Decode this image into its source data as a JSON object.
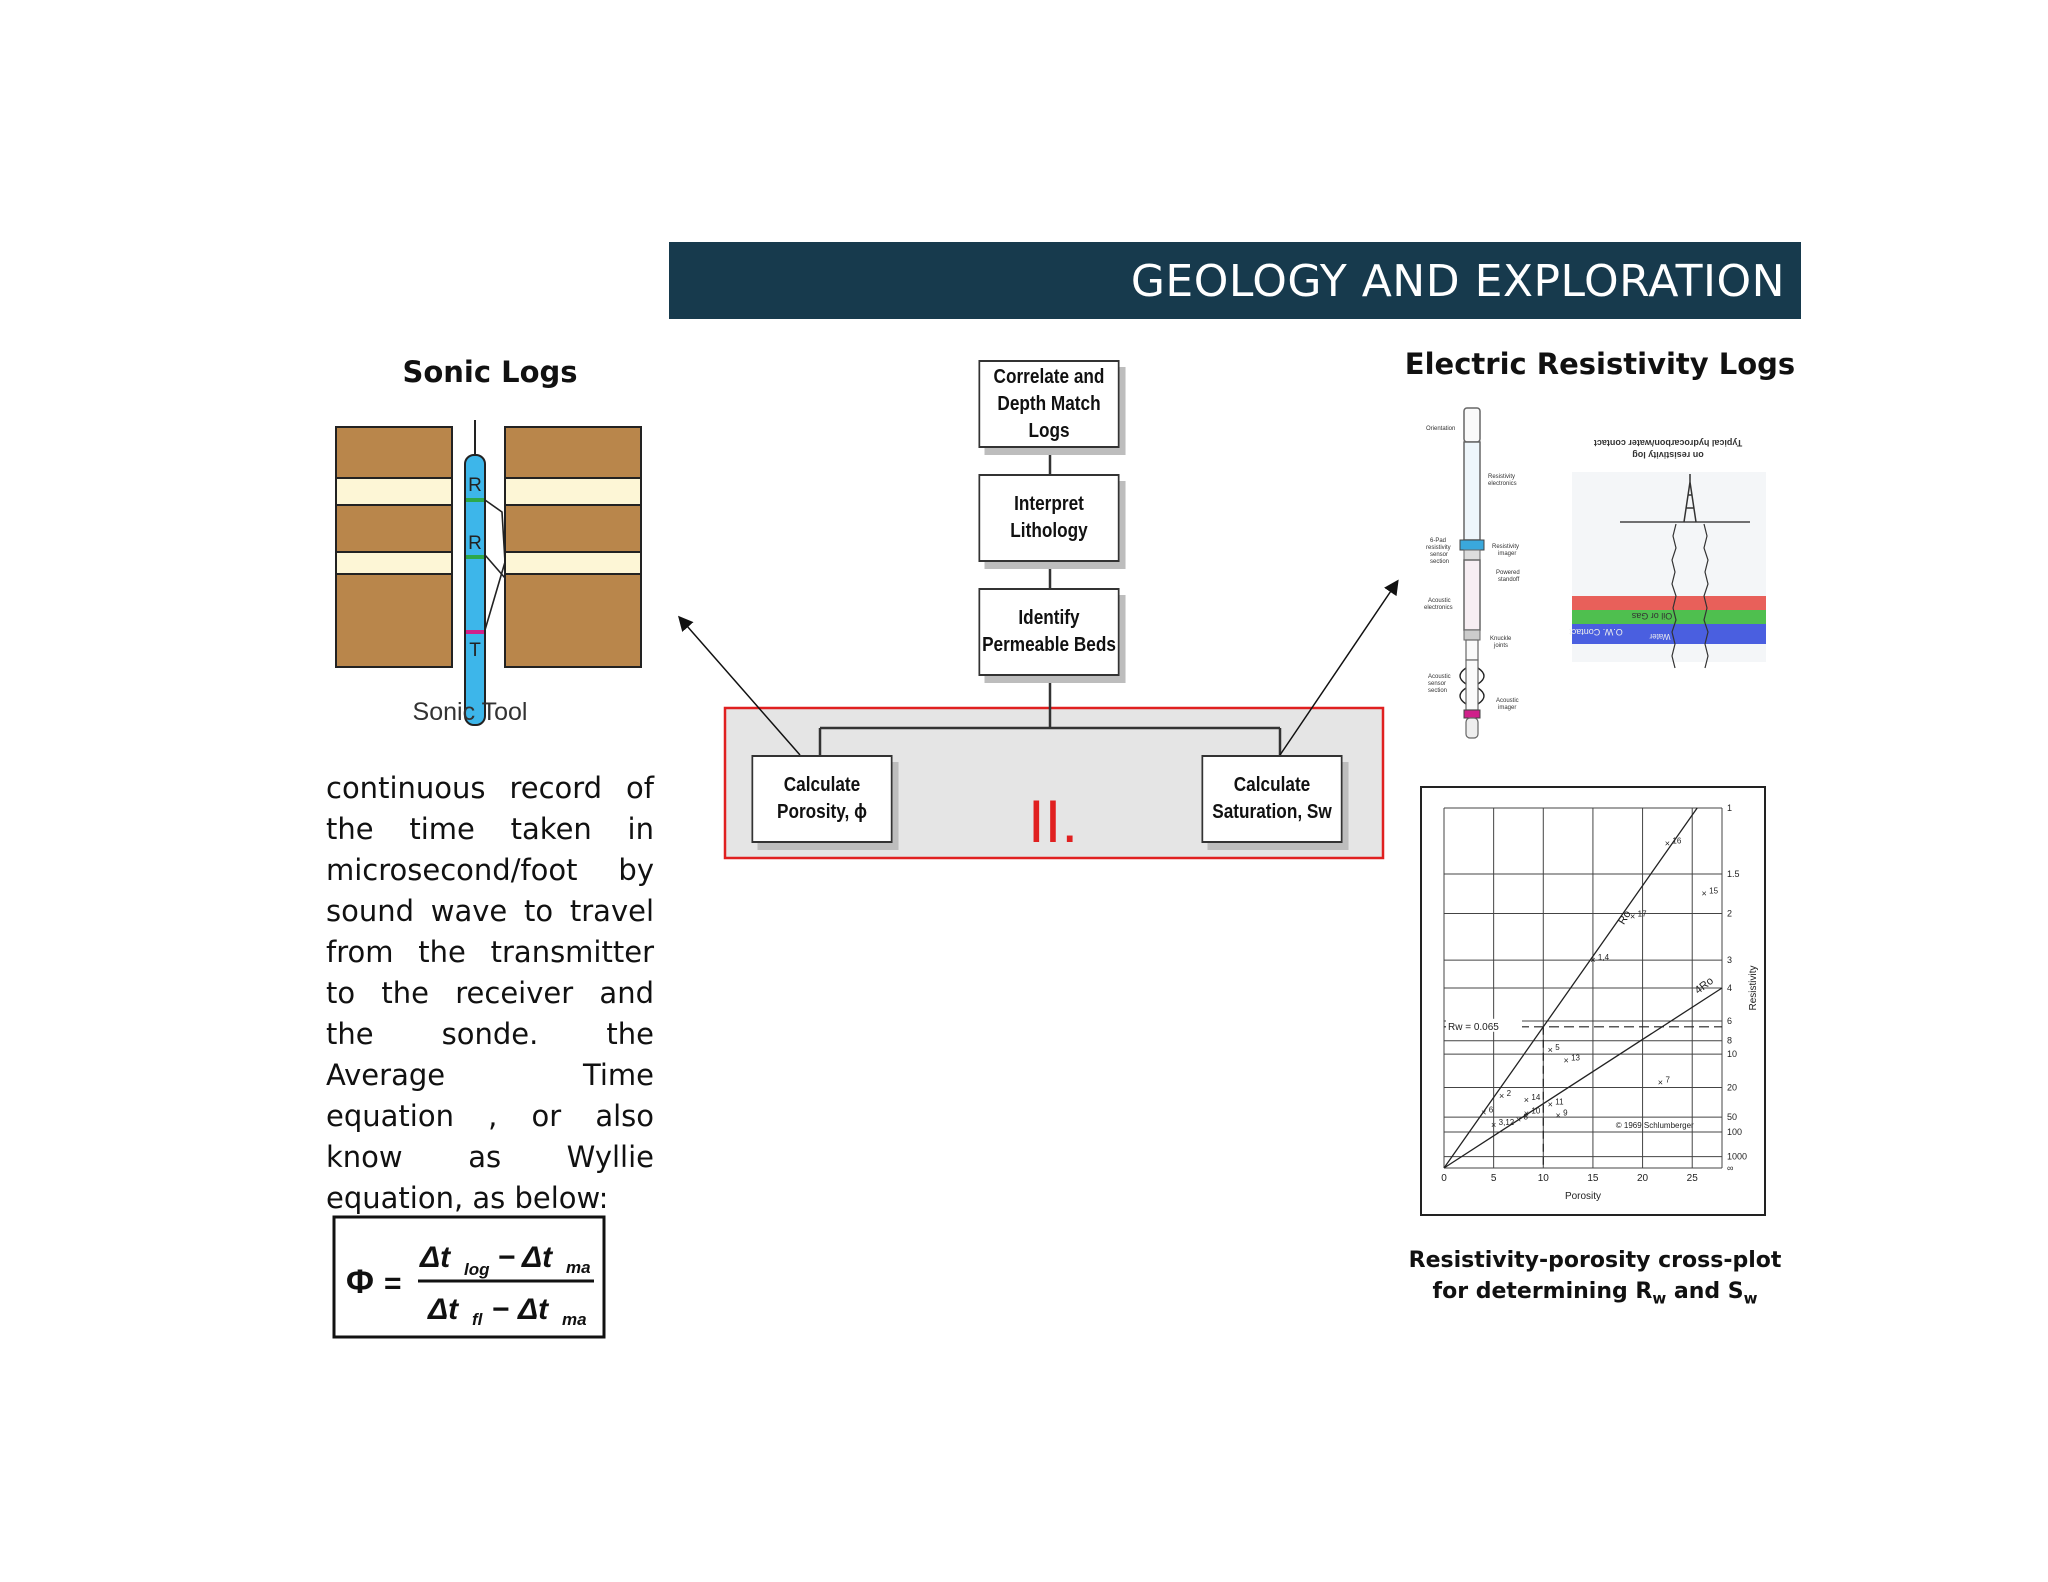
{
  "header": {
    "title": "GEOLOGY AND EXPLORATION",
    "background": "#173a4d"
  },
  "sonic": {
    "title": "Sonic Logs",
    "tool_label": "Sonic Tool",
    "receiver_1": "R",
    "receiver_2": "R",
    "transmitter": "T",
    "description": "continuous record of the time taken in microsecond/foot by sound wave to travel from the transmitter to the receiver and the sonde. the Average Time equation , or also know as Wyllie equation, as below:",
    "rock_color": "#b9864b",
    "bed_color": "#fdf6d6",
    "tool_color": "#3db6ea"
  },
  "equation": {
    "lhs": "Φ",
    "equals": "=",
    "num_dt1": "Δt",
    "num_sub1": "log",
    "num_minus": "−",
    "num_dt2": "Δt",
    "num_sub2": "ma",
    "den_dt1": "Δt",
    "den_sub1": "fl",
    "den_minus": "−",
    "den_dt2": "Δt",
    "den_sub2": "ma"
  },
  "flowchart": {
    "correlate_l1": "Correlate and",
    "correlate_l2": "Depth Match Logs",
    "interpret_l1": "Interpret",
    "interpret_l2": "Lithology",
    "identify_l1": "Identify",
    "identify_l2": "Permeable Beds",
    "porosity_l1": "Calculate",
    "porosity_l2": "Porosity, ϕ",
    "saturation_l1": "Calculate",
    "saturation_l2": "Saturation, Sw",
    "step_label": "II.",
    "highlight_color": "#e02020"
  },
  "resistivity": {
    "title": "Electric Resistivity Logs",
    "tool": {
      "orientation": "Orientation",
      "res_electronics_1": "Resistivity",
      "res_electronics_2": "electronics",
      "pad_1": "6-Pad",
      "pad_2": "resistivity",
      "pad_3": "sensor",
      "pad_4": "section",
      "imager_1": "Resistivity",
      "imager_2": "imager",
      "standoff_1": "Powered",
      "standoff_2": "standoff",
      "acoustic_el_1": "Acoustic",
      "acoustic_el_2": "electronics",
      "knuckle_1": "Knuckle",
      "knuckle_2": "joints",
      "acoustic_sensor_1": "Acoustic",
      "acoustic_sensor_2": "sensor",
      "acoustic_sensor_3": "section",
      "acoustic_imager_1": "Acoustic",
      "acoustic_imager_2": "imager"
    },
    "log": {
      "caption_l1": "Typical hydrocarbon/water contact",
      "caption_l2": "on resistivity log",
      "oil_gas": "Oil or Gas",
      "ow_contact": "O.W. Contact",
      "water": "Water",
      "oil_color": "#e8605a",
      "gas_color": "#4fbf4f",
      "water_color": "#4a5fe0"
    }
  },
  "chart_data": {
    "type": "scatter",
    "xlabel": "Porosity",
    "ylabel": "Resistivity",
    "x_ticks": [
      "0",
      "5",
      "10",
      "15",
      "20",
      "25"
    ],
    "y_ticks": [
      "1",
      "1.5",
      "2",
      "3",
      "4",
      "6",
      "8",
      "10",
      "20",
      "50",
      "100",
      "1000",
      "∞"
    ],
    "xlim": [
      0,
      28
    ],
    "y_scale": "1/sqrt(R)",
    "grid": true,
    "rw_label": "Rw = 0.065",
    "line_ro": "Ro",
    "line_4ro": "4Ro",
    "copyright": "© 1969 Schlumberger",
    "series": [
      {
        "points": [
          {
            "label": "16",
            "x": 22.5,
            "y": 1.23
          },
          {
            "label": "15",
            "x": 26.2,
            "y": 1.72
          },
          {
            "label": "17",
            "x": 19.0,
            "y": 2.05
          },
          {
            "label": "1,4",
            "x": 15.0,
            "y": 3.0
          },
          {
            "label": "5",
            "x": 10.7,
            "y": 9.3
          },
          {
            "label": "13",
            "x": 12.3,
            "y": 11.2
          },
          {
            "label": "7",
            "x": 21.8,
            "y": 17.8
          },
          {
            "label": "2",
            "x": 5.8,
            "y": 25.0
          },
          {
            "label": "14",
            "x": 8.3,
            "y": 28.0
          },
          {
            "label": "11",
            "x": 10.7,
            "y": 32.0
          },
          {
            "label": "6",
            "x": 4.0,
            "y": 42.0
          },
          {
            "label": "10",
            "x": 8.3,
            "y": 44.0
          },
          {
            "label": "9",
            "x": 11.5,
            "y": 47.0
          },
          {
            "label": "8",
            "x": 7.5,
            "y": 55.0
          },
          {
            "label": "3,12",
            "x": 5.0,
            "y": 70.0
          }
        ]
      }
    ],
    "lines": [
      {
        "name": "Ro",
        "from": [
          0,
          "∞"
        ],
        "to": [
          25.5,
          1
        ]
      },
      {
        "name": "4Ro",
        "from": [
          0,
          "∞"
        ],
        "to": [
          28,
          4
        ]
      }
    ],
    "rw_line": {
      "y": 6.5,
      "x_intersect": 10
    }
  },
  "crossplot": {
    "caption_l1": "Resistivity-porosity cross-plot",
    "caption_l2_pre": "for determining R",
    "caption_sub1": "w",
    "caption_mid": " and S",
    "caption_sub2": "w"
  }
}
